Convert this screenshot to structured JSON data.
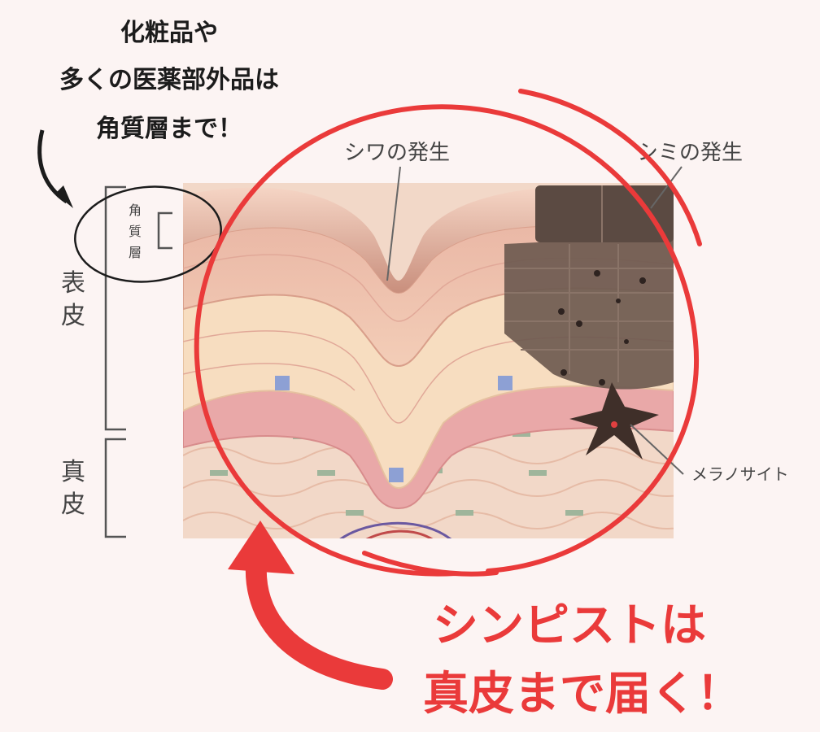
{
  "note_top": {
    "line1": "化粧品や",
    "line2": "多くの医薬部外品は",
    "line3": "角質層まで！"
  },
  "diagram": {
    "label_wrinkle": "シワの発生",
    "label_spot": "シミの発生",
    "label_melanocyte": "メラノサイト",
    "label_stratum_corneum": [
      "角",
      "質",
      "層"
    ],
    "label_epidermis": [
      "表",
      "皮"
    ],
    "label_dermis": [
      "真",
      "皮"
    ]
  },
  "note_bottom": {
    "line1": "シンピストは",
    "line2": "真皮まで届く！"
  },
  "colors": {
    "accent_red": "#ea3a3a",
    "background": "#fcf4f3",
    "skin_top": "#e9b9a3",
    "skin_mid": "#f3d2b8",
    "dermis": "#f2d5c2",
    "spot_dark": "#5b4a42"
  }
}
